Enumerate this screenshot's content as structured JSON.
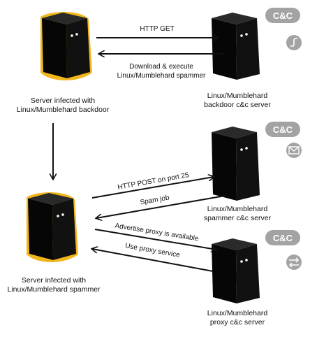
{
  "nodes": {
    "infected_backdoor": {
      "caption_line1": "Server infected with",
      "caption_line2": "Linux/Mumblehard backdoor"
    },
    "infected_spammer": {
      "caption_line1": "Server infected with",
      "caption_line2": "Linux/Mumblehard spammer"
    },
    "backdoor_cc": {
      "badge": "C&C",
      "icon": "signature-icon",
      "caption_line1": "Linux/Mumblehard",
      "caption_line2": "backdoor c&c server"
    },
    "spammer_cc": {
      "badge": "C&C",
      "icon": "envelope-icon",
      "caption_line1": "Linux/Mumblehard",
      "caption_line2": "spammer c&c server"
    },
    "proxy_cc": {
      "badge": "C&C",
      "icon": "swap-arrows-icon",
      "caption_line1": "Linux/Mumblehard",
      "caption_line2": "proxy c&c server"
    }
  },
  "arrows": {
    "http_get": "HTTP GET",
    "download_line1": "Download & execute",
    "download_line2": "Linux/Mumblehard spammer",
    "http_post": "HTTP POST on port 25",
    "spam_job": "Spam job",
    "advertise_proxy": "Advertise proxy is available",
    "use_proxy": "Use proxy service"
  },
  "colors": {
    "infected_outline": "#f2b61c",
    "server_body": "#0d0d0d",
    "badge": "#a3a3a3",
    "arrow": "#111111"
  }
}
